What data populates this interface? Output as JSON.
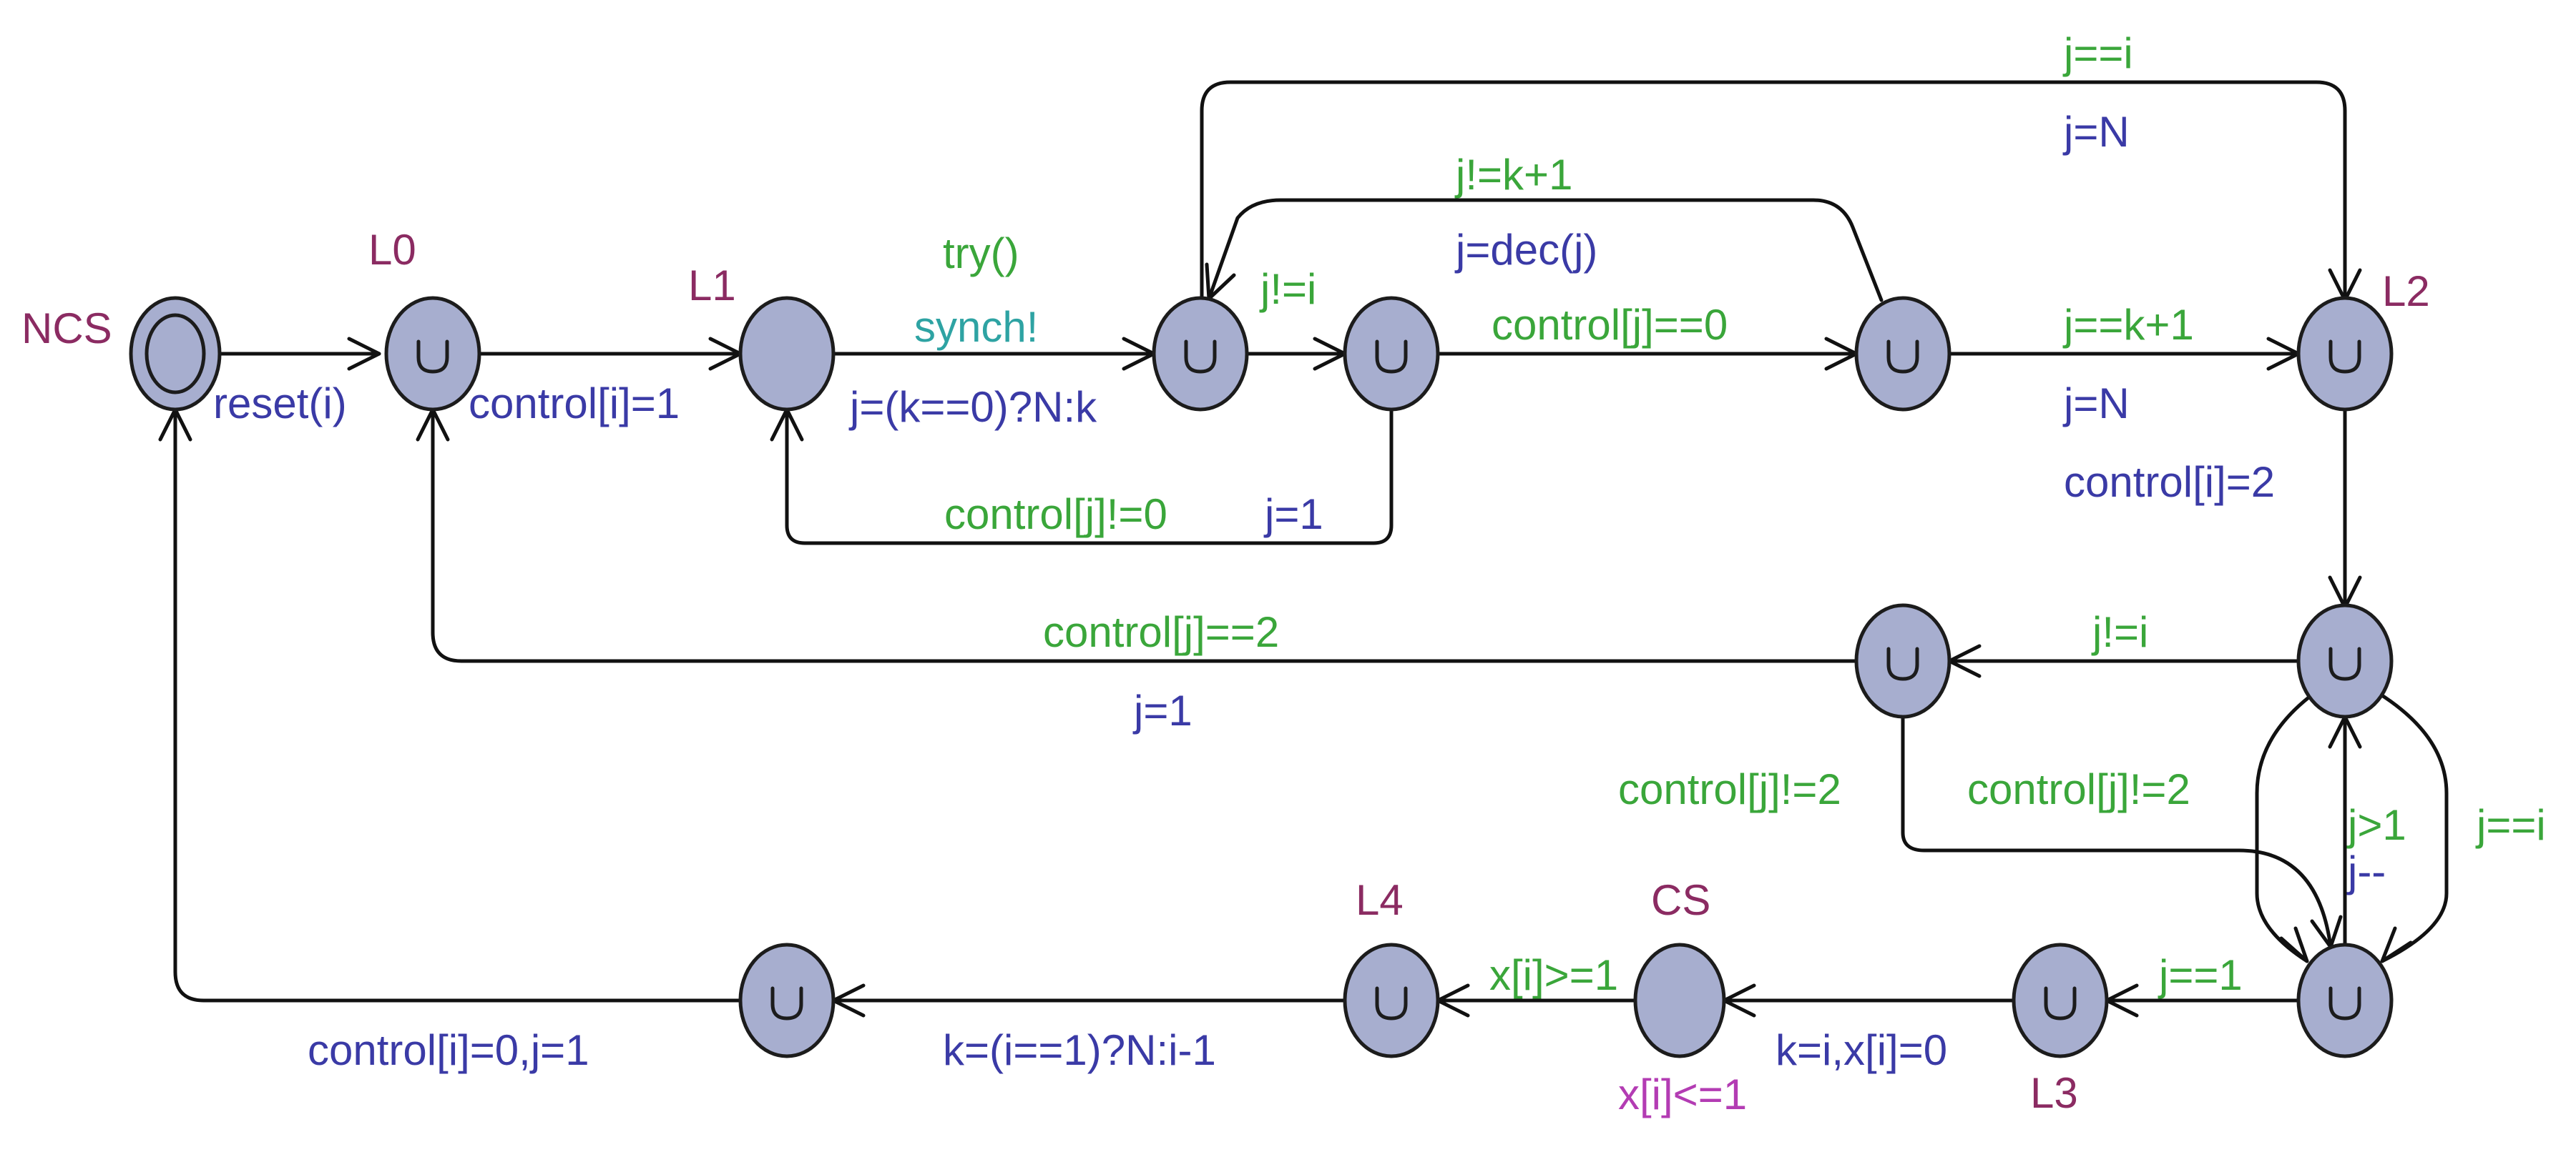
{
  "colors": {
    "location_name": "#8b2b62",
    "guard": "#3aa63a",
    "sync": "#2ea3a3",
    "update": "#3a3aa6",
    "invariant": "#b33cb3",
    "location_fill": "#a7aecf",
    "stroke": "#1c1c1c"
  },
  "locations": {
    "ncs": "NCS",
    "l0": "L0",
    "l1": "L1",
    "l2": "L2",
    "l3": "L3",
    "l4": "L4",
    "cs": "CS"
  },
  "invariants": {
    "cs": "x[i]<=1"
  },
  "edges": {
    "ncs_l0": {
      "update": "reset(i)"
    },
    "l0_l1": {
      "update": "control[i]=1"
    },
    "l1_a": {
      "guard": "try()",
      "sync": "synch!",
      "update": "j=(k==0)?N:k"
    },
    "a_b": {
      "guard": "j!=i"
    },
    "b_l1": {
      "guard": "control[j]!=0",
      "update": "j=1"
    },
    "b_c": {
      "guard": "control[j]==0"
    },
    "c_a": {
      "guard": "j!=k+1",
      "update": "j=dec(j)"
    },
    "a_l2": {
      "guard": "j==i",
      "update": "j=N"
    },
    "c_l2": {
      "guard": "j==k+1",
      "update": "j=N"
    },
    "l2_d": {
      "update": "control[i]=2"
    },
    "d_e": {
      "guard": "j!=i"
    },
    "e_l0": {
      "guard": "control[j]==2",
      "update": "j=1"
    },
    "e_f": {
      "guard": "control[j]!=2"
    },
    "d_f": {
      "guard": "control[j]!=2"
    },
    "f_d": {
      "guard": "j>1",
      "update": "j--"
    },
    "d_f_right": {
      "guard": "j==i"
    },
    "f_l3": {
      "guard": "j==1"
    },
    "l3_cs": {
      "update": "k=i,x[i]=0"
    },
    "cs_l4": {
      "guard": "x[i]>=1"
    },
    "l4_g": {
      "update": "k=(i==1)?N:i-1"
    },
    "g_ncs": {
      "update": "control[i]=0,j=1"
    }
  }
}
